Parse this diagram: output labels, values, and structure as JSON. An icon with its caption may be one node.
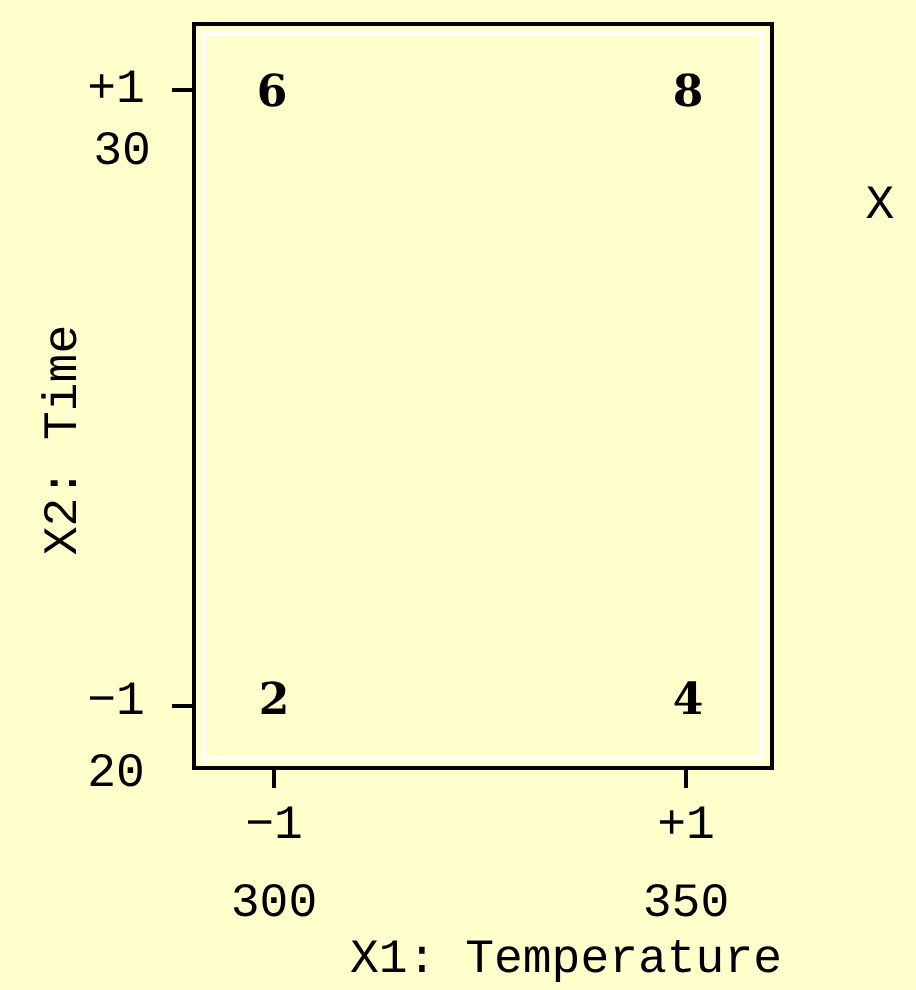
{
  "diagram": {
    "labels": [
      "+1",
      "6",
      "8",
      "30",
      "X",
      "X2: Time",
      "−1",
      "2",
      "4",
      "20",
      "−1",
      "+1",
      "300",
      "350",
      "X1: Temperature"
    ]
  }
}
